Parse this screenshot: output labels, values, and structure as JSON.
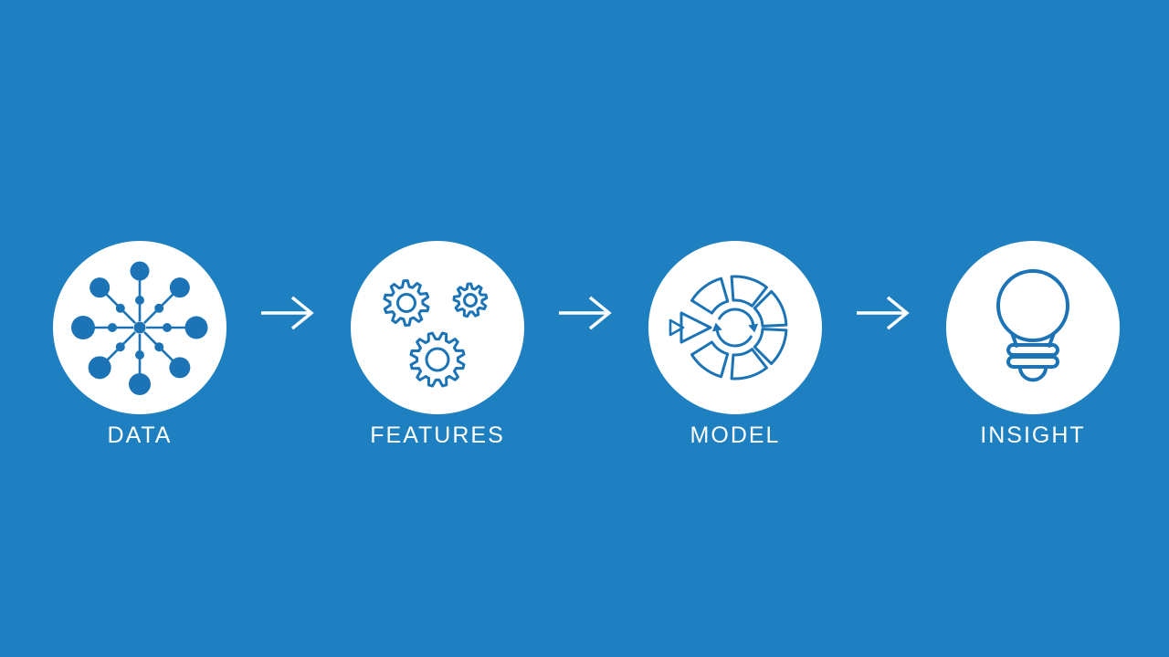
{
  "slide": {
    "background_color": "#1e7fc1",
    "icon_color": "#1c74b6",
    "text_color": "#ffffff",
    "circle_fill_color": "#ffffff"
  },
  "pipeline": {
    "connector_icon": "right-arrow-icon",
    "nodes": [
      {
        "label": "DATA",
        "icon": "hub-network-icon"
      },
      {
        "label": "FEATURES",
        "icon": "gears-icon"
      },
      {
        "label": "MODEL",
        "icon": "segmented-cycle-icon"
      },
      {
        "label": "INSIGHT",
        "icon": "lightbulb-icon"
      }
    ]
  }
}
